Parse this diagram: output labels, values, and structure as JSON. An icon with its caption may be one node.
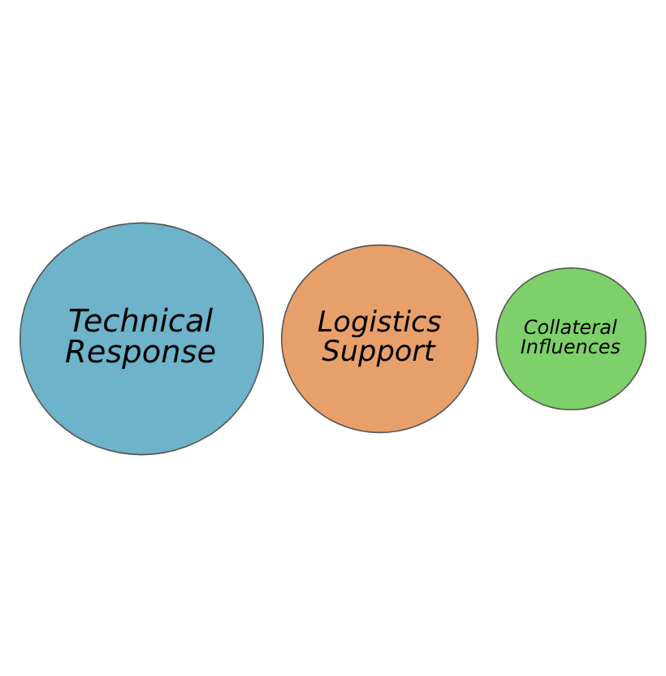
{
  "diagram": {
    "nodes": [
      {
        "text": [
          "Technical Response"
        ]
      },
      {
        "text": [
          "Logistics Support"
        ]
      },
      {
        "text": [
          "Collateral Influences"
        ]
      }
    ]
  }
}
